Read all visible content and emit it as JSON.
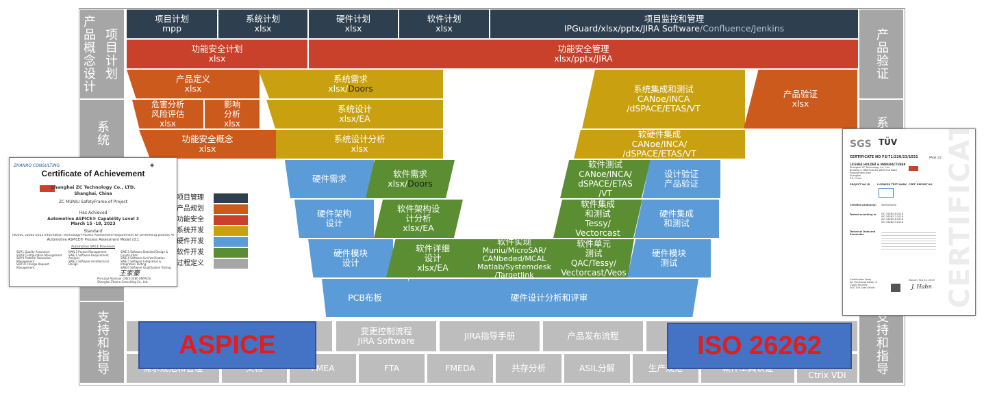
{
  "left_labels": {
    "concept": "产品概念设计",
    "plan": "项目计划",
    "system": "系统",
    "support": "支持和指导"
  },
  "right_labels": {
    "verify": "产品验证",
    "system": "系统",
    "support": "支持和指导"
  },
  "top_row": [
    {
      "title": "项目计划",
      "sub": "mpp"
    },
    {
      "title": "系统计划",
      "sub": "xlsx"
    },
    {
      "title": "硬件计划",
      "sub": "xlsx"
    },
    {
      "title": "软件计划",
      "sub": "xlsx"
    },
    {
      "title": "项目监控和管理",
      "sub": "IPGuard/xlsx/pptx/JIRA Software",
      "sub_dim": "/Confluence/Jenkins"
    }
  ],
  "safety_row": [
    {
      "title": "功能安全计划",
      "sub": "xlsx"
    },
    {
      "title": "功能安全管理",
      "sub": "xlsx/pptx/JIRA"
    }
  ],
  "left_v": {
    "product_def": {
      "title": "产品定义",
      "sub": "xlsx"
    },
    "hazard": {
      "title": "危害分析\n风险评估",
      "sub": "xlsx"
    },
    "impact": {
      "title": "影响\n分析",
      "sub": "xlsx"
    },
    "fsc": {
      "title": "功能安全概念",
      "sub": "xlsx"
    },
    "sys_req": {
      "title": "系统需求",
      "sub": "xlsx/",
      "sub2": "Doors"
    },
    "sys_design": {
      "title": "系统设计",
      "sub": "xlsx/EA"
    },
    "sys_analysis": {
      "title": "系统设计分析",
      "sub": "xlsx"
    },
    "hw_req": {
      "title": "硬件需求"
    },
    "hw_arch": {
      "title": "硬件架构\n设计"
    },
    "hw_module": {
      "title": "硬件模块\n设计"
    },
    "sw_req": {
      "title": "软件需求",
      "sub": "xlsx/",
      "sub2": "Doors"
    },
    "sw_arch": {
      "title": "软件架构设\n计分析",
      "sub": "xlsx/EA"
    },
    "sw_detail": {
      "title": "软件详细\n设计",
      "sub": "xlsx/EA"
    }
  },
  "bottom_v": {
    "sw_impl": {
      "title": "软件实现",
      "sub": "Muniu/MicroSAR/\nCANbeded/MCAL\nMatlab/Systemdesk\n/Targetlink"
    },
    "pcb": {
      "title": "PCB布板"
    },
    "hw_analysis": {
      "title": "硬件设计分析和评审"
    }
  },
  "right_v": {
    "sys_int": {
      "title": "系统集成和测试",
      "sub": "CANoe/INCA\n/dSPACE/ETAS/VT"
    },
    "prod_verify": {
      "title": "产品验证",
      "sub": "xlsx"
    },
    "hwsw_int": {
      "title": "软硬件集成",
      "sub": "CANoe/INCA/\n/dSPACE/ETAS/VT"
    },
    "sw_test": {
      "title": "软件测试",
      "sub": "CANoe/INCA/\ndSPACE/ETAS\n/VT"
    },
    "design_verify": {
      "title": "设计验证\n产品验证"
    },
    "sw_integrate": {
      "title": "软件集成\n和测试",
      "sub": "Tessy/\nVectorcast"
    },
    "hw_integrate": {
      "title": "硬件集成\n和测试"
    },
    "sw_unit": {
      "title": "软件单元\n测试",
      "sub": "QAC/Tessy/\nVectorcast/Veos"
    },
    "hw_module_test": {
      "title": "硬件模块\n测试"
    }
  },
  "support_row1": [
    {
      "title": "变更控制流程",
      "sub": "JIRA Software"
    },
    {
      "title": "JIRA指导手册"
    },
    {
      "title": "产品发布流程"
    }
  ],
  "support_row2": [
    "需求规范和管理",
    "文档",
    "FMEA",
    "FTA",
    "FMEDA",
    "共存分析",
    "ASIL分解",
    "生产规范",
    "软件工具认证",
    "Ctrix VDI"
  ],
  "legend": [
    {
      "label": "项目管理",
      "color": "#2e3f4f"
    },
    {
      "label": "产品规划",
      "color": "#cd5a1d"
    },
    {
      "label": "功能安全",
      "color": "#c9412b"
    },
    {
      "label": "系统开发",
      "color": "#c9a010"
    },
    {
      "label": "硬件开发",
      "color": "#5a9bd8"
    },
    {
      "label": "软件开发",
      "color": "#5b8e33"
    },
    {
      "label": "过程定义",
      "color": "#a6a6a6"
    }
  ],
  "cert_left": {
    "brand": "ZHANRO CONSULTING",
    "title": "Certificate of Achievement",
    "company": "Shanghai ZC Technology Co.,  LTD.",
    "city": "Shanghai,  China",
    "project": "ZC MUNIU SafetyFrame of Project",
    "has": "Has Achieved",
    "level": "Automotive ASPICE® Capability Level 3",
    "date": "March 15 -18,  2023",
    "standard": "Standard",
    "std_line1": "ISO/IEC 33002-2015 Information Technology-Process Assessment-Requirement for performing process Assessment Model",
    "std_line2": "Automotive ASPICE® Process Assessment Model v3.1",
    "processes_title": "Automotive SPICE Processes",
    "processes": [
      "SUP.1 Quality Assurance",
      "SUP.8 Configuration Management",
      "SUP.9 Problem Resolution Management",
      "SUP.10 Change Request Management",
      "MAN.3 Project Management",
      "SWE.1 Software Requirement Analysis",
      "SWE.2 Software Architectural Design",
      "SWE.3 Software Detailed Design & Construction",
      "SWE.4 Software Unit Verification",
      "SWE.5 Software Integration & Integration Testing",
      "SWE.6 Software Qualification Testing"
    ],
    "signer": "Principal Assessor CN25-2460 (INTACS)",
    "signer_org": "Shanghai Zhanro Consulting Co., Ltd.",
    "signature": "王家豪"
  },
  "cert_right": {
    "sgs": "SGS",
    "tuv": "TÜV",
    "watermark": "CERTIFICATE",
    "cert_no": "CERTIFICATE NO FS/71/220/23/1031",
    "page": "PAGE 1/1",
    "holder": "LICENSE HOLDER & MANUFACTURER",
    "address": "Shanghai ZC Technology Co., Ltd.\nBuilding 2, 888 Huanhu West 2nd Road\nPudong New Area\nShanghai\nP.R. China",
    "project_no": "PROJECT NO ID",
    "test_mark": "LICENSED TEST MARK",
    "report_no": "CERT. REPORT NO",
    "products": "Certified product(s)",
    "product_name": "SafetyFrame",
    "tested": "Tested according to",
    "standards": "ISO 26262-8:2018\nISO 26262-2:2018\nISO 26262-6:2018\nISO 26262-9:2018",
    "tech": "Technical Data and Parameter",
    "body": "Certification Body\nfor Functional Safety &\nCyber Security\nSGS-TÜV Saar GmbH",
    "place": "Munich, Feb 22, 2023",
    "signature": "J. Hahn"
  },
  "overlays": {
    "aspice": "ASPICE",
    "iso": "ISO 26262"
  }
}
